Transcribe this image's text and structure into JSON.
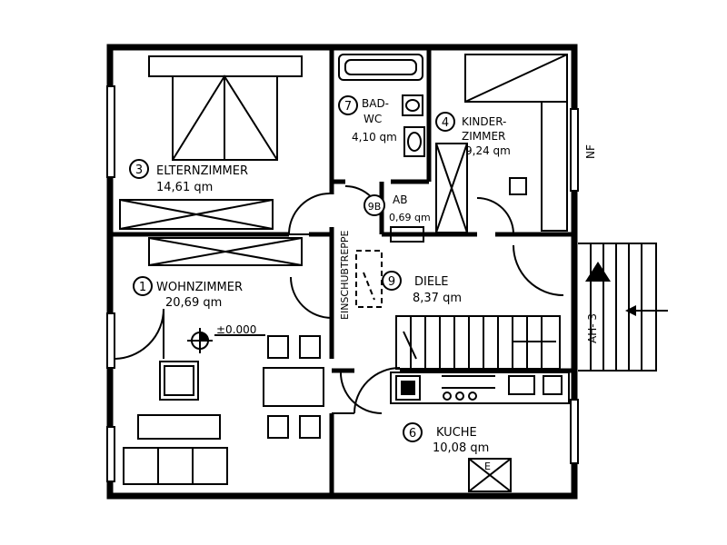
{
  "rooms": [
    {
      "num": "3",
      "name": "ELTERNZIMMER",
      "area": "14,61 qm"
    },
    {
      "num": "7",
      "name": "BAD-",
      "name2": "WC",
      "area": "4,10 qm"
    },
    {
      "num": "4",
      "name": "KINDER-",
      "name2": "ZIMMER",
      "area": "9,24 qm"
    },
    {
      "num": "9B",
      "name": "AB",
      "area": "0,69 qm"
    },
    {
      "num": "1",
      "name": "WOHNZIMMER",
      "area": "20,69 qm"
    },
    {
      "num": "9",
      "name": "DIELE",
      "area": "8,37 qm"
    },
    {
      "num": "6",
      "name": "KUCHE",
      "area": "10,08 qm"
    }
  ],
  "labels": {
    "stair_hatch": "EINSCHUBTREPPE",
    "level": "±0.000",
    "north": "NF",
    "entrance": "AH- 3",
    "chimney_mark": "E"
  },
  "colors": {
    "ink": "#000000",
    "paper": "#ffffff"
  }
}
